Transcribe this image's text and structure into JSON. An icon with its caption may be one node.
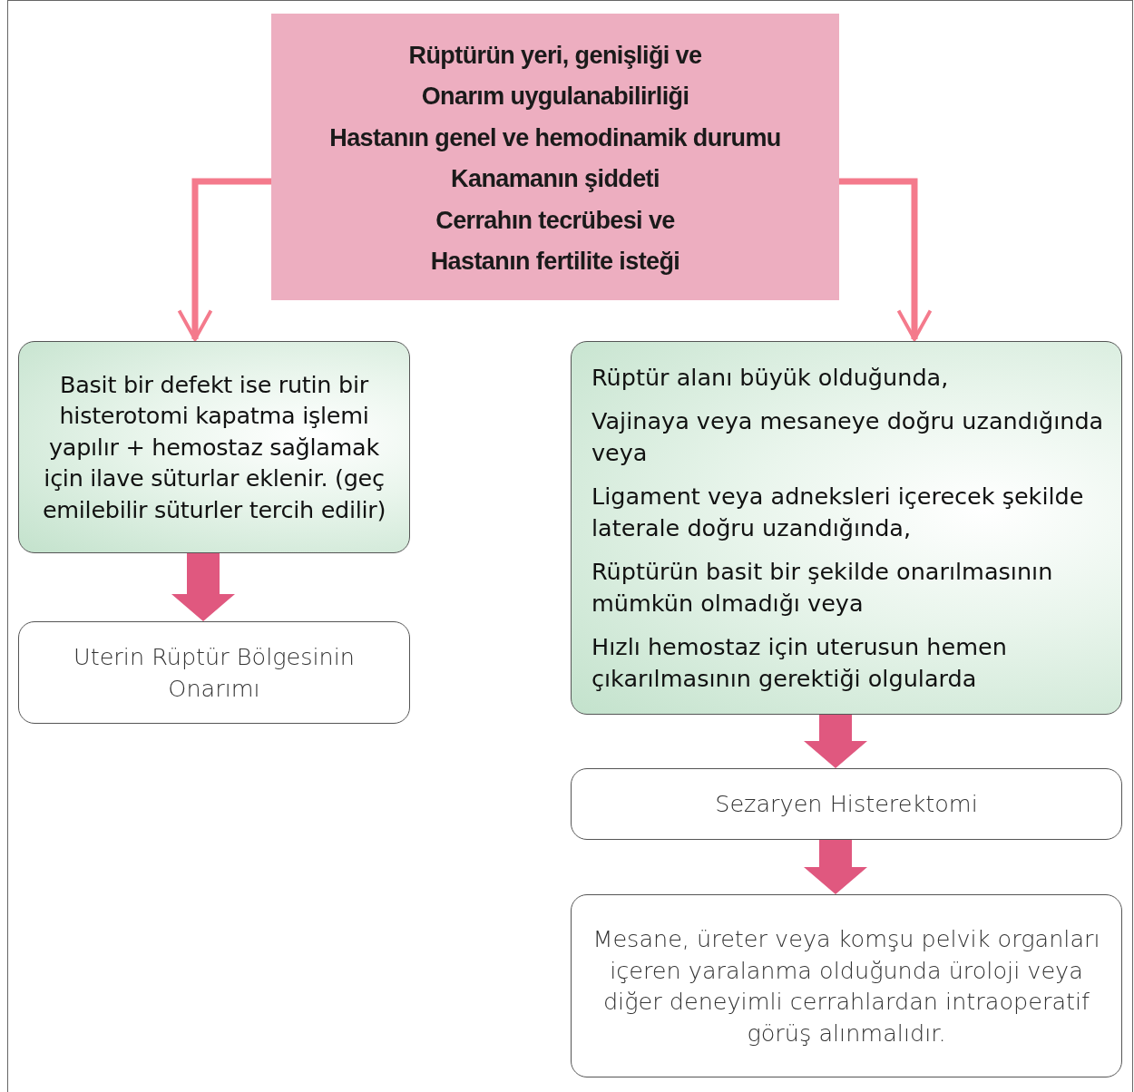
{
  "diagram": {
    "nodes": [
      {
        "text": [
          "Rüptürün yeri, genişliği ve",
          "Onarım uygulanabilirliği",
          "Hastanın genel ve hemodinamik durumu",
          "Kanamanın şiddeti",
          "Cerrahın tecrübesi ve",
          "Hastanın fertilite isteği"
        ]
      },
      {
        "text": [
          "Basit bir defekt ise rutin bir histerotomi kapatma işlemi yapılır + hemostaz sağlamak için ilave süturlar eklenir. (geç emilebilir süturler tercih edilir)"
        ]
      },
      {
        "text": [
          "Uterin Rüptür Bölgesinin Onarımı"
        ]
      },
      {
        "text": [
          "Rüptür alanı büyük olduğunda,",
          "Vajinaya veya mesaneye doğru uzandığında veya",
          "Ligament veya adneksleri içerecek şekilde laterale doğru uzandığında,",
          "Rüptürün basit bir şekilde onarılmasının mümkün olmadığı veya",
          "Hızlı hemostaz için uterusun hemen çıkarılmasının gerektiği olgularda"
        ]
      },
      {
        "text": [
          "Sezaryen Histerektomi"
        ]
      },
      {
        "text": [
          "Mesane, üreter veya komşu pelvik organları içeren yaralanma olduğunda üroloji veya diğer deneyimli cerrahlardan intraoperatif görüş alınmalıdır."
        ]
      }
    ],
    "edges": [
      {
        "from": 0,
        "to": 1,
        "arrow": "to",
        "color": "#f47a8c"
      },
      {
        "from": 0,
        "to": 3,
        "arrow": "to",
        "color": "#f47a8c"
      },
      {
        "from": 1,
        "to": 2,
        "arrow": "to",
        "style": "thick"
      },
      {
        "from": 3,
        "to": 4,
        "arrow": "to",
        "style": "thick"
      },
      {
        "from": 4,
        "to": 5,
        "arrow": "to",
        "style": "thick"
      }
    ]
  }
}
